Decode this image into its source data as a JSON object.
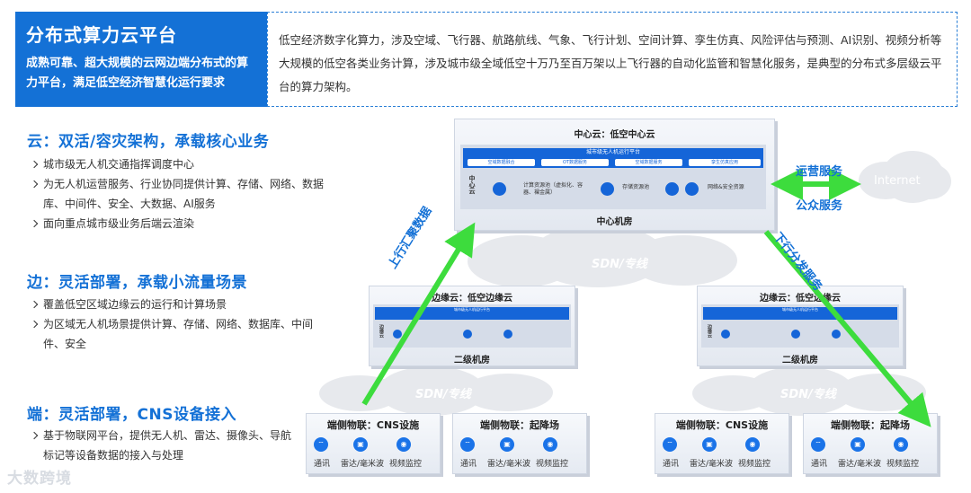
{
  "header": {
    "title": "分布式算力云平台",
    "subtitle": "成熟可靠、超大规模的云网边端分布式的算力平台，满足低空经济智慧化运行要求",
    "description": "低空经济数字化算力，涉及空域、飞行器、航路航线、气象、飞行计划、空间计算、孪生仿真、风险评估与预测、AI识别、视频分析等大规模的低空各类业务计算，涉及城市级全域低空十万乃至百万架以上飞行器的自动化监管和智慧化服务，是典型的分布式多层级云平台的算力架构。"
  },
  "sections": [
    {
      "title": "云：双活/容灾架构，承载核心业务",
      "items": [
        "城市级无人机交通指挥调度中心",
        "为无人机运营服务、行业协同提供计算、存储、网络、数据库、中间件、安全、大数据、AI服务",
        "面向重点城市级业务后端云渲染"
      ]
    },
    {
      "title": "边：灵活部署，承载小流量场景",
      "items": [
        "覆盖低空区域边缘云的运行和计算场景",
        "为区域无人机场景提供计算、存储、网络、数据库、中间件、安全"
      ]
    },
    {
      "title": "端：灵活部署，CNS设备接入",
      "items": [
        "基于物联网平台，提供无人机、雷达、摄像头、导航标记等设备数据的接入与处理"
      ]
    }
  ],
  "diagram": {
    "center_cloud": {
      "title": "中心云：低空中心云",
      "platform": "城市级无人机运行平台",
      "pills": [
        "空域数据融合",
        "OT数据服务",
        "空域数据服务",
        "孪生仿真应用"
      ],
      "side_label": "中心云",
      "pools": [
        "计算资源池（虚拟化、容器、裸金属）",
        "存储资源池",
        "网络&安全资源"
      ],
      "room": "中心机房"
    },
    "edge_clouds": [
      {
        "title": "边缘云：低空边缘云",
        "room": "二级机房",
        "platform": "城市级无人机运行平台",
        "side_label": "边缘云"
      },
      {
        "title": "边缘云：低空边缘云",
        "room": "二级机房",
        "platform": "城市级无人机运行平台",
        "side_label": "边缘云"
      }
    ],
    "sdn_label": "SDN/专线",
    "internet": "Internet",
    "ops_service": "运营服务",
    "public_service": "公众服务",
    "uplink": "上行汇聚数据",
    "downlink": "下行分发服务",
    "device_boxes": [
      {
        "title": "端侧物联：CNS设施",
        "devices": [
          "通讯",
          "雷达/毫米波",
          "视频监控"
        ]
      },
      {
        "title": "端侧物联：起降场",
        "devices": [
          "通讯",
          "雷达/毫米波",
          "视频监控"
        ]
      },
      {
        "title": "端侧物联：CNS设施",
        "devices": [
          "通讯",
          "雷达/毫米波",
          "视频监控"
        ]
      },
      {
        "title": "端侧物联：起降场",
        "devices": [
          "通讯",
          "雷达/毫米波",
          "视频监控"
        ]
      }
    ]
  },
  "watermark": "大数跨境",
  "colors": {
    "primary": "#1471d6",
    "arrow": "#3ddc3d",
    "cloud": "#e7e9ed"
  }
}
